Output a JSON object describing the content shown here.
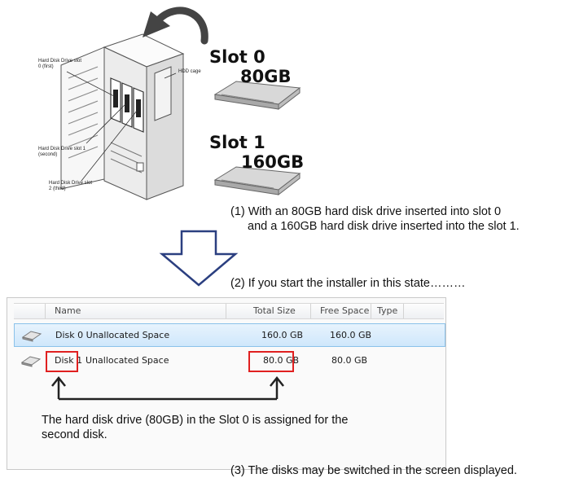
{
  "diagram": {
    "callouts": {
      "slot0": [
        "Hard Disk Drive slot",
        "0 (first)"
      ],
      "hdd_cage": "HDD cage",
      "slot1": [
        "Hard Disk Drive slot 1",
        "(second)"
      ],
      "slot2": [
        "Hard Disk Drive slot",
        "2 (third)"
      ]
    },
    "slot0": {
      "title": "Slot 0",
      "capacity": "80GB"
    },
    "slot1": {
      "title": "Slot 1",
      "capacity": "160GB"
    },
    "caption1": [
      "(1) With an 80GB hard disk drive inserted into slot 0",
      "and a 160GB hard disk drive inserted into the slot 1."
    ],
    "caption2": "(2) If you start the installer in this state………",
    "caption3": "(3) The disks may be switched in the screen displayed.",
    "note": [
      "The hard disk drive (80GB) in the Slot 0 is assigned for the",
      "second disk."
    ]
  },
  "installer": {
    "columns": {
      "name": "Name",
      "total": "Total Size",
      "free": "Free Space",
      "type": "Type"
    },
    "rows": [
      {
        "name": "Disk 0 Unallocated Space",
        "total": "160.0 GB",
        "free": "160.0 GB",
        "selected": true
      },
      {
        "name_disk": "Disk 1",
        "name_rest": "Unallocated Space",
        "total": "80.0 GB",
        "free": "80.0 GB",
        "selected": false
      }
    ]
  }
}
